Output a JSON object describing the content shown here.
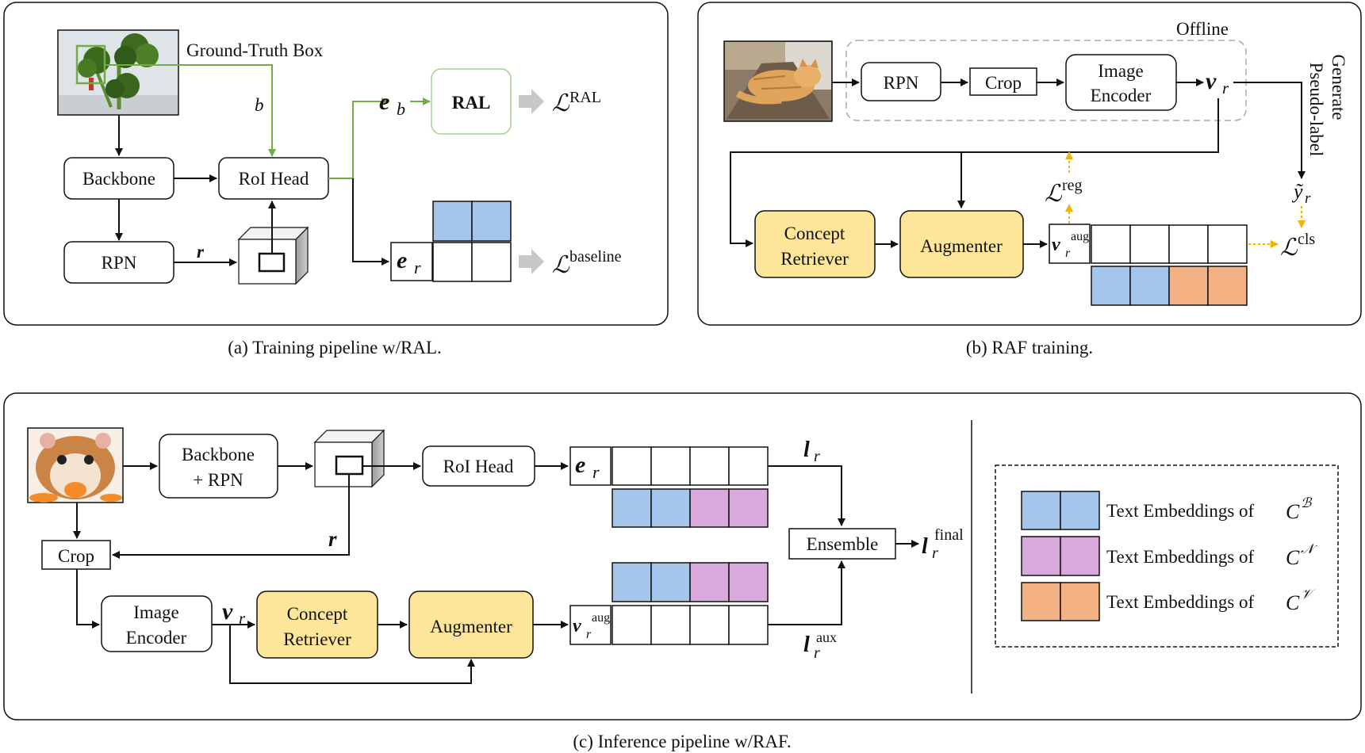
{
  "panel_a": {
    "caption": "(a) Training pipeline w/RAL.",
    "gt_box_label": "Ground-Truth Box",
    "b_label": "b",
    "backbone": "Backbone",
    "roi_head": "RoI Head",
    "rpn": "RPN",
    "r_label": "r",
    "e_b": "e",
    "e_b_sub": "b",
    "ral": "RAL",
    "loss_symbol": "ℒ",
    "loss_ral_sup": "RAL",
    "e_r": "e",
    "e_r_sub": "r",
    "loss_baseline_sup": "baseline"
  },
  "panel_b": {
    "caption": "(b) RAF training.",
    "offline": "Offline",
    "rpn": "RPN",
    "crop": "Crop",
    "image_encoder_1": "Image",
    "image_encoder_2": "Encoder",
    "v_r": "v",
    "v_r_sub": "r",
    "pseudo_1": "Generate",
    "pseudo_2": "Pseudo-label",
    "y_r": "ỹ",
    "y_r_sub": "r",
    "loss_symbol": "ℒ",
    "loss_reg_sup": "reg",
    "loss_cls_sup": "cls",
    "concept_1": "Concept",
    "concept_2": "Retriever",
    "augmenter": "Augmenter",
    "v_aug": "v",
    "v_aug_sub": "r",
    "v_aug_sup": "aug"
  },
  "panel_c": {
    "caption": "(c) Inference pipeline w/RAF.",
    "backbone_1": "Backbone",
    "backbone_2": "+ RPN",
    "roi_head": "RoI Head",
    "e_r": "e",
    "e_r_sub": "r",
    "crop": "Crop",
    "r_label": "r",
    "image_encoder_1": "Image",
    "image_encoder_2": "Encoder",
    "v_r": "v",
    "v_r_sub": "r",
    "concept_1": "Concept",
    "concept_2": "Retriever",
    "augmenter": "Augmenter",
    "v_aug": "v",
    "v_aug_sub": "r",
    "v_aug_sup": "aug",
    "l_r": "l",
    "l_r_sub": "r",
    "ensemble": "Ensemble",
    "l_final": "l",
    "l_final_sub": "r",
    "l_final_sup": "final",
    "l_aux": "l",
    "l_aux_sub": "r",
    "l_aux_sup": "aux"
  },
  "legend": {
    "items": [
      {
        "label": "Text Embeddings of",
        "set": "C",
        "sup": "ℬ",
        "color": "#a4c6ea"
      },
      {
        "label": "Text Embeddings of",
        "set": "C",
        "sup": "𝒩",
        "color": "#d9a9dc"
      },
      {
        "label": "Text Embeddings of",
        "set": "C",
        "sup": "𝒱",
        "color": "#f4b183"
      }
    ]
  },
  "colors": {
    "blue": "#a4c6ea",
    "pink": "#d9a9dc",
    "orange": "#f4b183",
    "yellow": "#fde59a",
    "green": "#70ad47",
    "gold_dotted": "#f0b400",
    "gray_arrow": "#c8c8c8"
  }
}
